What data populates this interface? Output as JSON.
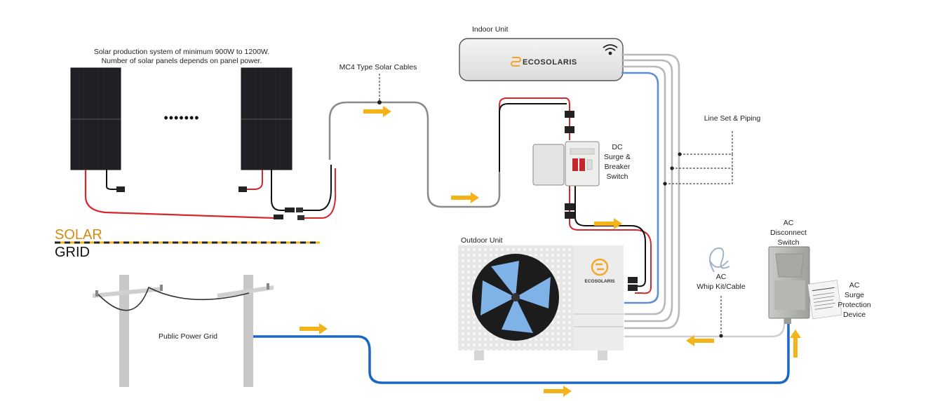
{
  "labels": {
    "solar_note_line1": "Solar production system of minimum 900W to 1200W.",
    "solar_note_line2": "Number of solar panels depends on panel power.",
    "mc4_cables": "MC4 Type Solar Cables",
    "indoor_unit": "Indoor Unit",
    "brand": "ECOSOLARIS",
    "brand_outdoor": "ECOSOLARIS",
    "line_set": "Line Set & Piping",
    "dc_switch": [
      "DC",
      "Surge &",
      "Breaker",
      "Switch"
    ],
    "ac_disconnect": [
      "AC",
      "Disconnect",
      "Switch"
    ],
    "outdoor_unit": "Outdoor Unit",
    "whip_kit": [
      "AC",
      "Whip Kit/Cable"
    ],
    "surge_device": [
      "AC",
      "Surge",
      "Protection",
      "Device"
    ],
    "public_grid": "Public Power Grid",
    "solar": "SOLAR",
    "grid": "GRID",
    "panel_ellipsis": "•••••••"
  },
  "colors": {
    "dc_positive": "#d9262b",
    "dc_negative": "#111111",
    "ac_line": "#1a66c2",
    "pipe": "#b9b9b9",
    "mc4_cable": "#8a8a8a",
    "arrow": "#f5b31a",
    "solar_text": "#d58a10",
    "panel": "#1e1f24",
    "unit_body": "#e8e8e8",
    "fan_blue": "#7fb2e6"
  },
  "icons": [
    "wifi-icon",
    "ecosolaris-logo-icon"
  ]
}
